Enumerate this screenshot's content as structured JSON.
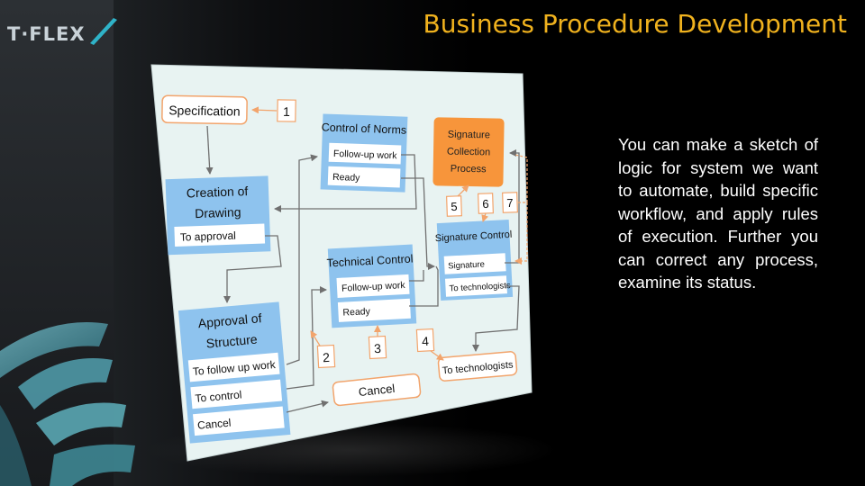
{
  "title": "Business Procedure Development",
  "logo_text": "T·FLEX",
  "description": "You can make a sketch of logic for system we want to automate, build specific workflow, and apply rules of execution. Further you can correct any process, examine its status.",
  "colors": {
    "title": "#f0b21e",
    "board_bg": "#e8f3f2",
    "box_blue": "#8ec3ee",
    "box_orange": "#f7953b",
    "arrow_orange": "#f2a46c",
    "arrow_gray": "#707070"
  },
  "diagram": {
    "specification": "Specification",
    "control_of_norms": {
      "title": "Control of Norms",
      "items": [
        "Follow-up work",
        "Ready"
      ]
    },
    "signature_collection": [
      "Signature",
      "Collection",
      "Process"
    ],
    "creation_of_drawing": {
      "title": [
        "Creation of",
        "Drawing"
      ],
      "items": [
        "To approval"
      ]
    },
    "technical_control": {
      "title": "Technical Control",
      "items": [
        "Follow-up work",
        "Ready"
      ]
    },
    "signature_control": {
      "title": "Signature Control",
      "items": [
        "Signature",
        "To technologists"
      ]
    },
    "approval_of_structure": {
      "title": [
        "Approval of",
        "Structure"
      ],
      "items": [
        "To follow up work",
        "To control",
        "Cancel"
      ]
    },
    "cancel": "Cancel",
    "to_technologists": "To technologists",
    "markers": [
      "1",
      "2",
      "3",
      "4",
      "5",
      "6",
      "7"
    ]
  }
}
